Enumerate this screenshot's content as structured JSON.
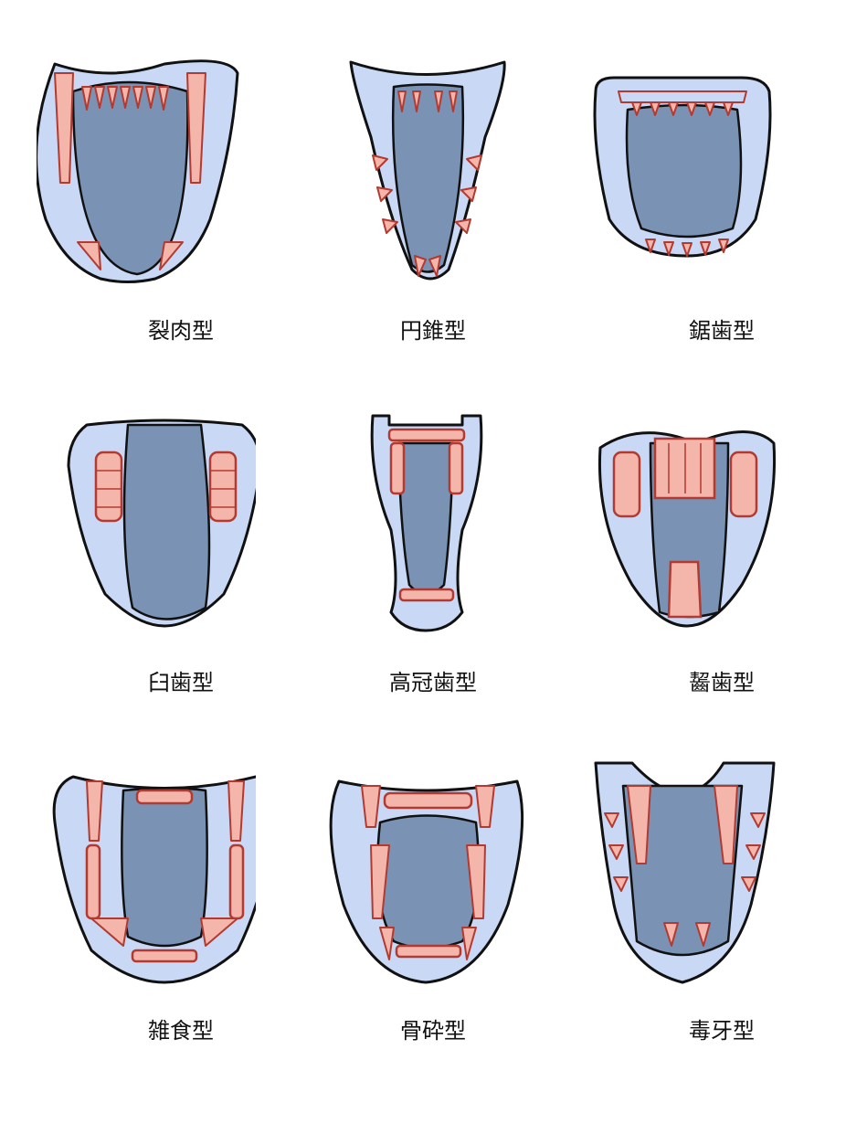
{
  "figure": {
    "items": [
      {
        "label": "裂肉型"
      },
      {
        "label": "円錐型"
      },
      {
        "label": "鋸歯型"
      },
      {
        "label": "臼歯型"
      },
      {
        "label": "高冠歯型"
      },
      {
        "label": "齧歯型"
      },
      {
        "label": "雑食型"
      },
      {
        "label": "骨砕型"
      },
      {
        "label": "毒牙型"
      }
    ]
  },
  "colors": {
    "jaw_fill": "#c8d8f5",
    "tongue_fill": "#7a92b4",
    "tooth_fill": "#f4b6aa",
    "tooth_outline": "#b33a30",
    "outline": "#111111"
  }
}
